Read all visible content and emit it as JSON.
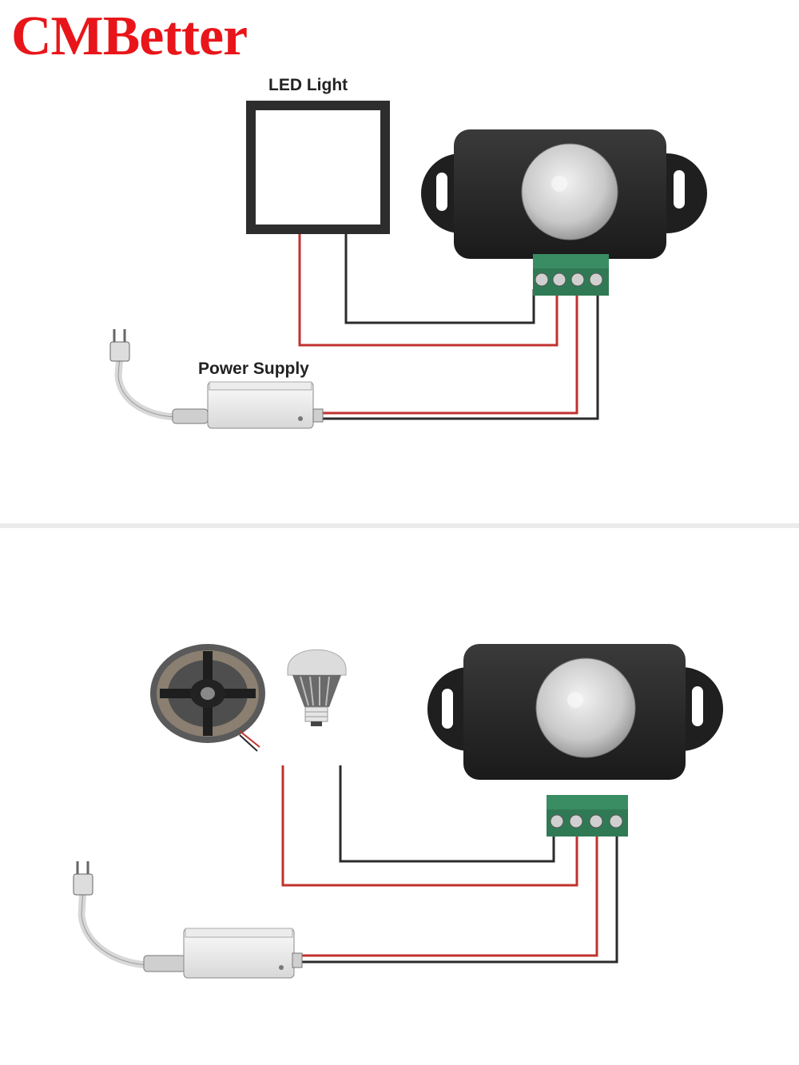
{
  "brand": {
    "text": "CMBetter",
    "color": "#e8161a"
  },
  "top_diagram": {
    "led_light_label": "LED Light",
    "power_supply_label": "Power Supply"
  },
  "colors": {
    "wire_red": "#c0322f",
    "wire_black": "#2b2b2b",
    "sensor_body": "#2a2a2a",
    "terminal_green": "#2f7a55",
    "dome": "#d9d9d9"
  },
  "icons": [
    "led-panel-icon",
    "pir-sensor-icon",
    "terminal-block-icon",
    "power-supply-icon",
    "plug-icon",
    "led-strip-reel-icon",
    "led-bulb-icon"
  ]
}
